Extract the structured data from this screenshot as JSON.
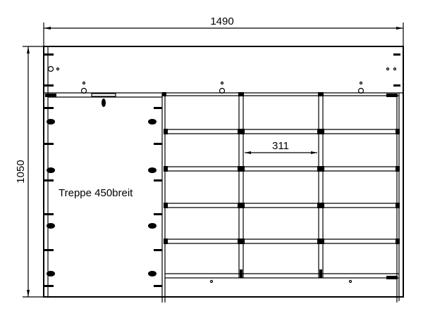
{
  "drawing": {
    "width_dimension": "1490",
    "height_dimension": "1050",
    "spacing_dimension": "311",
    "stair_label": "Treppe 450breit"
  }
}
